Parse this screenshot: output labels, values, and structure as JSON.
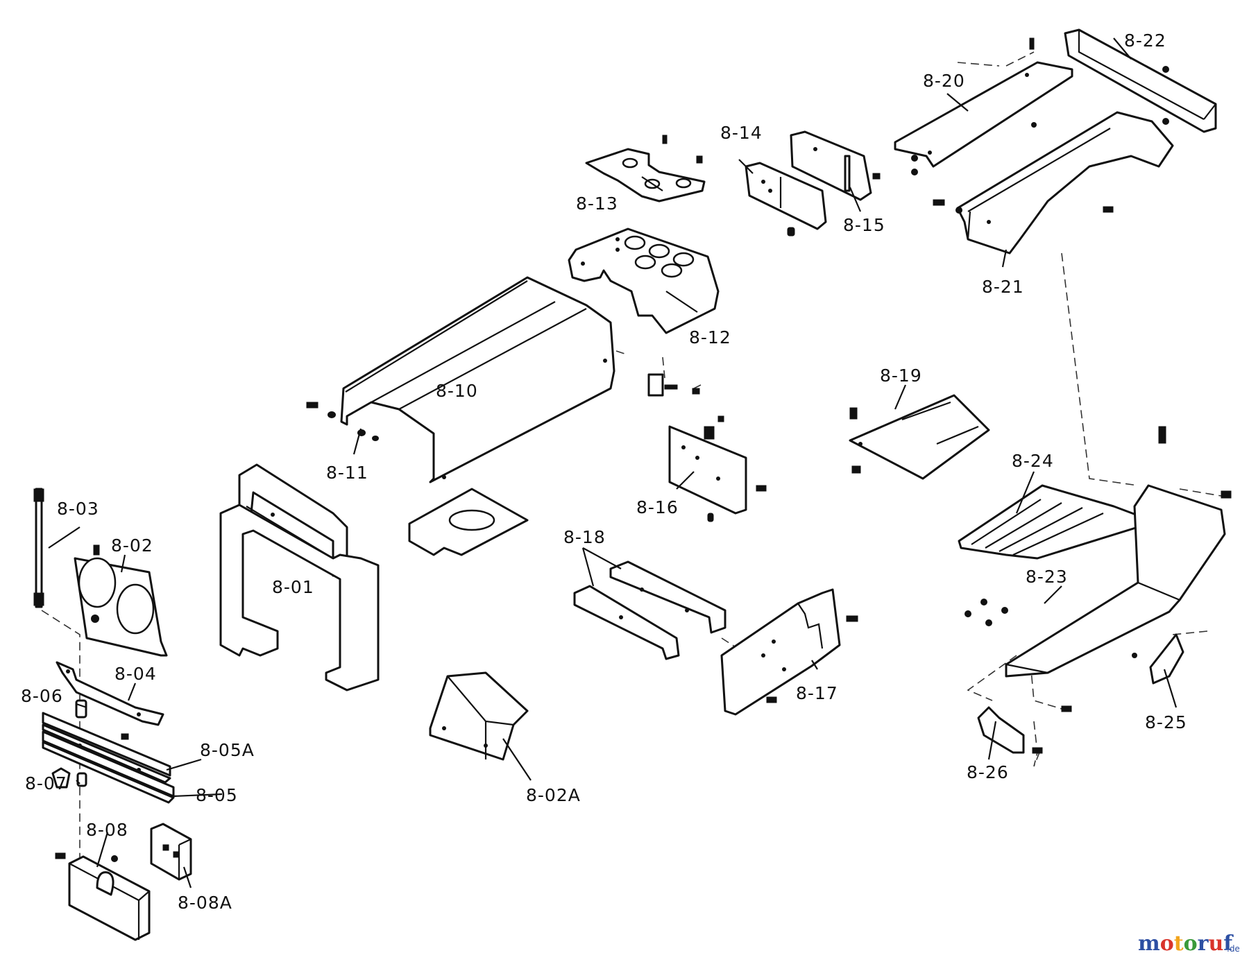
{
  "parts": [
    {
      "id": "8-01",
      "label": "8-01"
    },
    {
      "id": "8-02",
      "label": "8-02"
    },
    {
      "id": "8-02A",
      "label": "8-02A"
    },
    {
      "id": "8-03",
      "label": "8-03"
    },
    {
      "id": "8-04",
      "label": "8-04"
    },
    {
      "id": "8-05",
      "label": "8-05"
    },
    {
      "id": "8-05A",
      "label": "8-05A"
    },
    {
      "id": "8-06",
      "label": "8-06"
    },
    {
      "id": "8-07",
      "label": "8-07"
    },
    {
      "id": "8-08",
      "label": "8-08"
    },
    {
      "id": "8-08A",
      "label": "8-08A"
    },
    {
      "id": "8-10",
      "label": "8-10"
    },
    {
      "id": "8-11",
      "label": "8-11"
    },
    {
      "id": "8-12",
      "label": "8-12"
    },
    {
      "id": "8-13",
      "label": "8-13"
    },
    {
      "id": "8-14",
      "label": "8-14"
    },
    {
      "id": "8-15",
      "label": "8-15"
    },
    {
      "id": "8-16",
      "label": "8-16"
    },
    {
      "id": "8-17",
      "label": "8-17"
    },
    {
      "id": "8-18",
      "label": "8-18"
    },
    {
      "id": "8-19",
      "label": "8-19"
    },
    {
      "id": "8-20",
      "label": "8-20"
    },
    {
      "id": "8-21",
      "label": "8-21"
    },
    {
      "id": "8-22",
      "label": "8-22"
    },
    {
      "id": "8-23",
      "label": "8-23"
    },
    {
      "id": "8-24",
      "label": "8-24"
    },
    {
      "id": "8-25",
      "label": "8-25"
    },
    {
      "id": "8-26",
      "label": "8-26"
    }
  ],
  "watermark": {
    "logo_text": "motoruf",
    "suffix": ".de",
    "colors": [
      "#2d4fa3",
      "#d9342b",
      "#f2a41c",
      "#3a9a3a",
      "#2d4fa3",
      "#d9342b",
      "#2d4fa3"
    ]
  }
}
